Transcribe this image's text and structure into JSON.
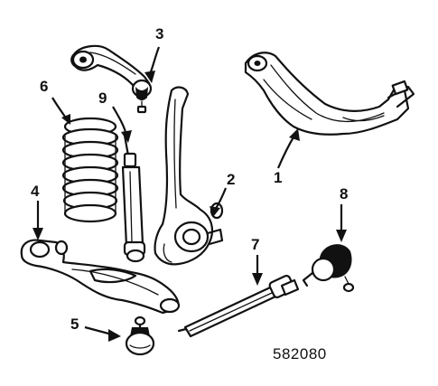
{
  "callouts": [
    {
      "id": "1",
      "label": "1"
    },
    {
      "id": "2",
      "label": "2"
    },
    {
      "id": "3",
      "label": "3"
    },
    {
      "id": "4",
      "label": "4"
    },
    {
      "id": "5",
      "label": "5"
    },
    {
      "id": "6",
      "label": "6"
    },
    {
      "id": "7",
      "label": "7"
    },
    {
      "id": "8",
      "label": "8"
    },
    {
      "id": "9",
      "label": "9"
    }
  ],
  "figure_code": "582080"
}
